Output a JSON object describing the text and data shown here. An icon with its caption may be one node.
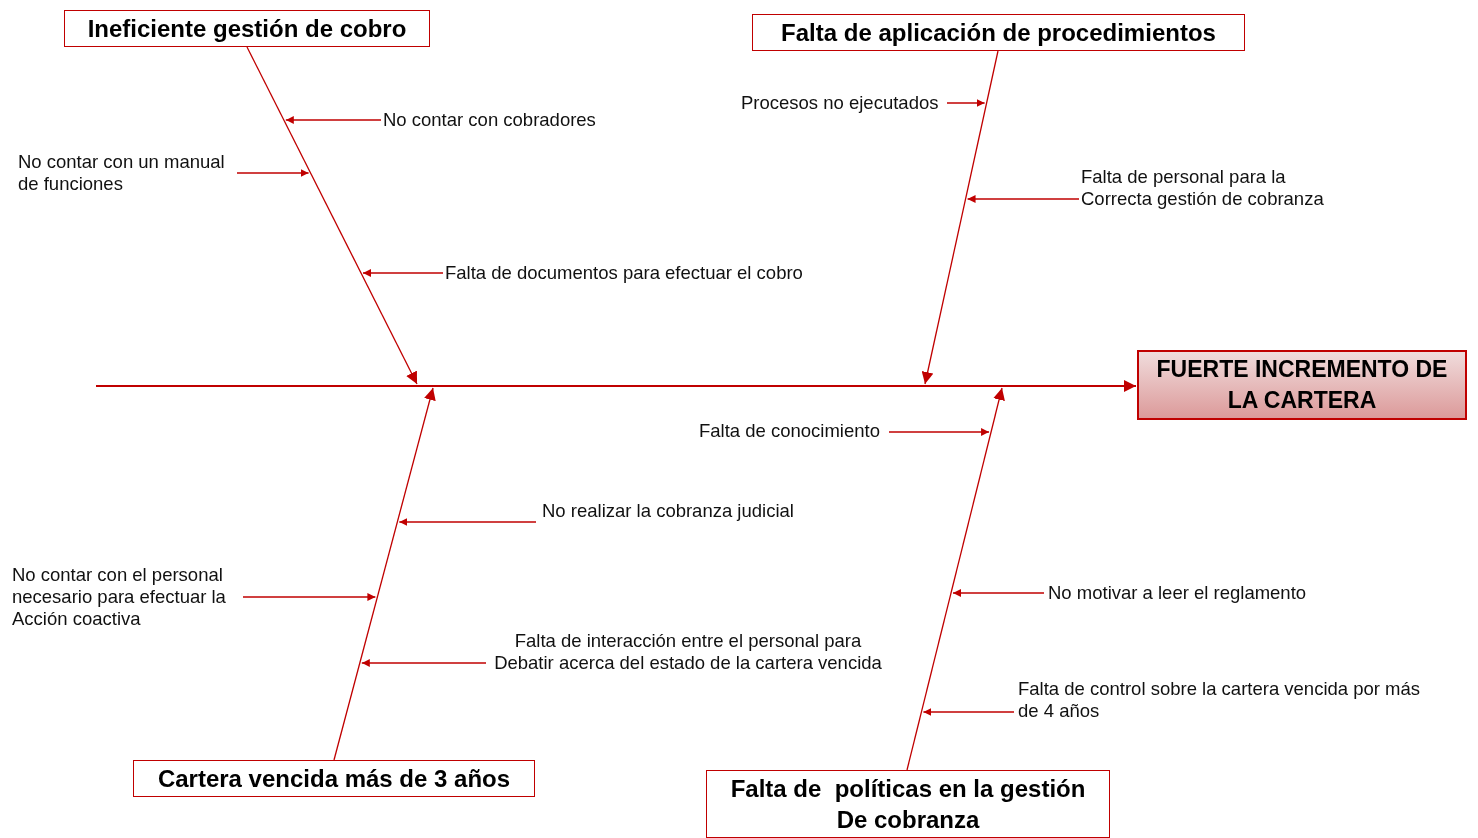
{
  "diagram": {
    "nodes": [
      {
        "text": [
          "FUERTE INCREMENTO DE LA CARTERA"
        ]
      },
      {
        "text": [
          "Ineficiente gestión de cobro"
        ]
      },
      {
        "text": [
          "Falta de aplicación de procedimientos"
        ]
      },
      {
        "text": [
          "Cartera vencida más de 3 años"
        ]
      },
      {
        "text": [
          "Falta de  políticas en la gestión De cobranza"
        ]
      },
      {
        "text": [
          "No contar con cobradores"
        ]
      },
      {
        "text": [
          "No contar con un manual de funciones"
        ]
      },
      {
        "text": [
          "Falta de documentos para efectuar el cobro"
        ]
      },
      {
        "text": [
          "Procesos no ejecutados"
        ]
      },
      {
        "text": [
          "Falta de personal para la Correcta gestión de cobranza"
        ]
      },
      {
        "text": [
          "Falta de conocimiento"
        ]
      },
      {
        "text": [
          "No realizar la cobranza judicial"
        ]
      },
      {
        "text": [
          "No contar con el personal necesario para efectuar la Acción coactiva"
        ]
      },
      {
        "text": [
          "No motivar a leer el reglamento"
        ]
      },
      {
        "text": [
          "Falta de interacción entre el personal para Debatir acerca del estado de la cartera vencida"
        ]
      },
      {
        "text": [
          "Falta de control sobre la cartera vencida por más de 4 años"
        ]
      }
    ],
    "edges": [
      {
        "from": null,
        "to": 0,
        "arrow": "to"
      },
      {
        "from": 1,
        "to": null,
        "arrow": "to"
      },
      {
        "from": 2,
        "to": null,
        "arrow": "to"
      },
      {
        "from": 3,
        "to": null,
        "arrow": "to"
      },
      {
        "from": 4,
        "to": null,
        "arrow": "to"
      },
      {
        "from": 5,
        "to": null,
        "arrow": "to"
      },
      {
        "from": 6,
        "to": null,
        "arrow": "to"
      },
      {
        "from": 7,
        "to": null,
        "arrow": "to"
      },
      {
        "from": 8,
        "to": null,
        "arrow": "to"
      },
      {
        "from": 9,
        "to": null,
        "arrow": "to"
      },
      {
        "from": 10,
        "to": null,
        "arrow": "to"
      },
      {
        "from": 11,
        "to": null,
        "arrow": "to"
      },
      {
        "from": 12,
        "to": null,
        "arrow": "to"
      },
      {
        "from": 13,
        "to": null,
        "arrow": "to"
      },
      {
        "from": 14,
        "to": null,
        "arrow": "to"
      },
      {
        "from": 15,
        "to": null,
        "arrow": "to"
      }
    ]
  }
}
